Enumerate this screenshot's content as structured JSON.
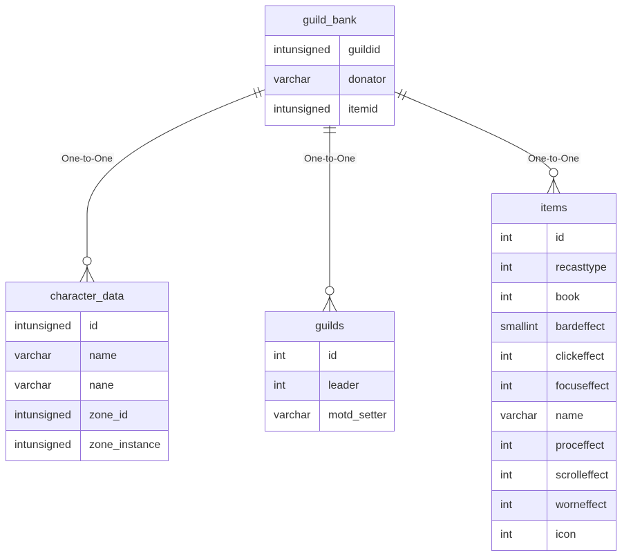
{
  "entities": {
    "guild_bank": {
      "title": "guild_bank",
      "rows": [
        {
          "type": "intunsigned",
          "name": "guildid"
        },
        {
          "type": "varchar",
          "name": "donator"
        },
        {
          "type": "intunsigned",
          "name": "itemid"
        }
      ]
    },
    "character_data": {
      "title": "character_data",
      "rows": [
        {
          "type": "intunsigned",
          "name": "id"
        },
        {
          "type": "varchar",
          "name": "name"
        },
        {
          "type": "varchar",
          "name": "nane"
        },
        {
          "type": "intunsigned",
          "name": "zone_id"
        },
        {
          "type": "intunsigned",
          "name": "zone_instance"
        }
      ]
    },
    "guilds": {
      "title": "guilds",
      "rows": [
        {
          "type": "int",
          "name": "id"
        },
        {
          "type": "int",
          "name": "leader"
        },
        {
          "type": "varchar",
          "name": "motd_setter"
        }
      ]
    },
    "items": {
      "title": "items",
      "rows": [
        {
          "type": "int",
          "name": "id"
        },
        {
          "type": "int",
          "name": "recasttype"
        },
        {
          "type": "int",
          "name": "book"
        },
        {
          "type": "smallint",
          "name": "bardeffect"
        },
        {
          "type": "int",
          "name": "clickeffect"
        },
        {
          "type": "int",
          "name": "focuseffect"
        },
        {
          "type": "varchar",
          "name": "name"
        },
        {
          "type": "int",
          "name": "proceffect"
        },
        {
          "type": "int",
          "name": "scrolleffect"
        },
        {
          "type": "int",
          "name": "worneffect"
        },
        {
          "type": "int",
          "name": "icon"
        }
      ]
    }
  },
  "relationships": [
    {
      "from": "guild_bank",
      "to": "character_data",
      "label": "One-to-One",
      "from_card": "exactly-one",
      "to_card": "zero-or-many"
    },
    {
      "from": "guild_bank",
      "to": "guilds",
      "label": "One-to-One",
      "from_card": "exactly-one",
      "to_card": "zero-or-many"
    },
    {
      "from": "guild_bank",
      "to": "items",
      "label": "One-to-One",
      "from_card": "exactly-one",
      "to_card": "zero-or-many"
    }
  ],
  "colors": {
    "border": "#9370db",
    "header_fill": "#ececff",
    "row_alt_fill": "#ececff",
    "line": "#333333"
  }
}
